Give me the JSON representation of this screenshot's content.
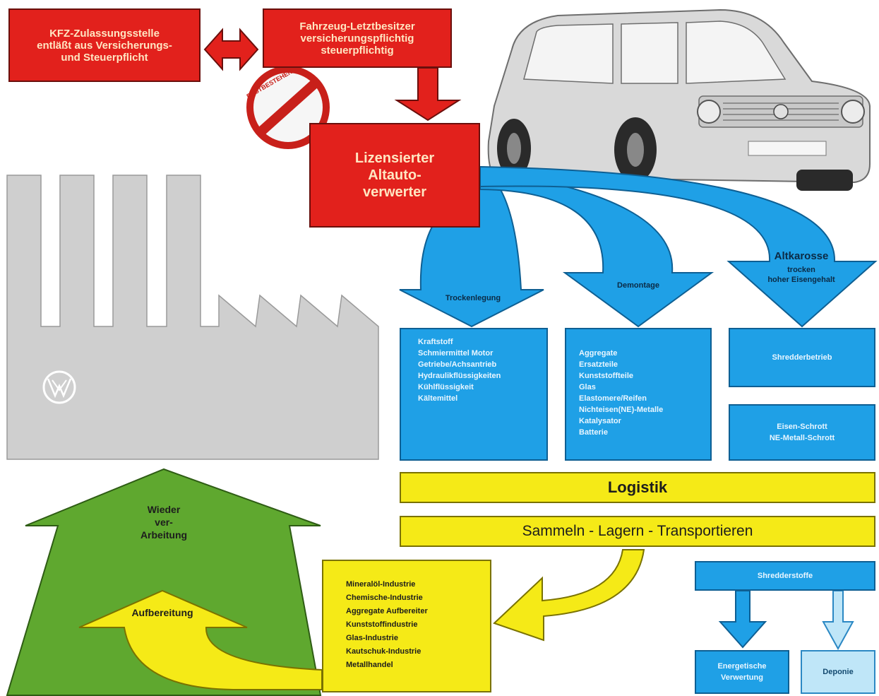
{
  "red_boxes": {
    "kfz": [
      "KFZ-Zulassungsstelle",
      "entläßt aus Versicherungs-",
      "und Steuerpflicht"
    ],
    "letztbesitzer": [
      "Fahrzeug-Letztbesitzer",
      "versicherungspflichtig",
      "steuerpflichtig"
    ],
    "verwerter": [
      "Lizensierter",
      "Altauto-",
      "verwerter"
    ]
  },
  "stamp_text": "RESTBESTEHENDE",
  "arrows": {
    "trockenlegung": "Trockenlegung",
    "demontage": "Demontage",
    "altkarosse_title": "Altkarosse",
    "altkarosse_sub": [
      "trocken",
      "hoher Eisengehalt"
    ]
  },
  "lists": {
    "trockenlegung": [
      "Kraftstoff",
      "Schmiermittel Motor",
      "Getriebe/Achsantrieb",
      "Hydraulikflüssigkeiten",
      "Kühlflüssigkeit",
      "Kältemittel"
    ],
    "demontage": [
      "Aggregate",
      "Ersatzteile",
      "Kunststoffteile",
      "Glas",
      "Elastomere/Reifen",
      "Nichteisen(NE)-Metalle",
      "Katalysator",
      "Batterie"
    ],
    "shredderbetrieb": "Shredderbetrieb",
    "schrott": [
      "Eisen-Schrott",
      "NE-Metall-Schrott"
    ]
  },
  "logistik": {
    "title": "Logistik",
    "subtitle": "Sammeln - Lagern - Transportieren"
  },
  "industries": [
    "Mineralöl-Industrie",
    "Chemische-Industrie",
    "Aggregate Aufbereiter",
    "Kunststoffindustrie",
    "Glas-Industrie",
    "Kautschuk-Industrie",
    "Metallhandel"
  ],
  "shredder": {
    "title": "Shredderstoffe",
    "energy": [
      "Energetische",
      "Verwertung"
    ],
    "landfill": "Deponie"
  },
  "green": {
    "wieder": [
      "Wieder",
      "ver-",
      "Arbeitung"
    ],
    "aufbereitung": "Aufbereitung"
  },
  "colors": {
    "red": "#e2211c",
    "blue": "#1fa0e6",
    "yellow": "#f5ea17",
    "green": "#5fa82f",
    "factory": "#cfcfcf"
  },
  "icons": {
    "factory": "factory-icon",
    "car": "car-icon",
    "logo": "vw-logo-icon",
    "stamp": "no-entry-stamp-icon"
  }
}
